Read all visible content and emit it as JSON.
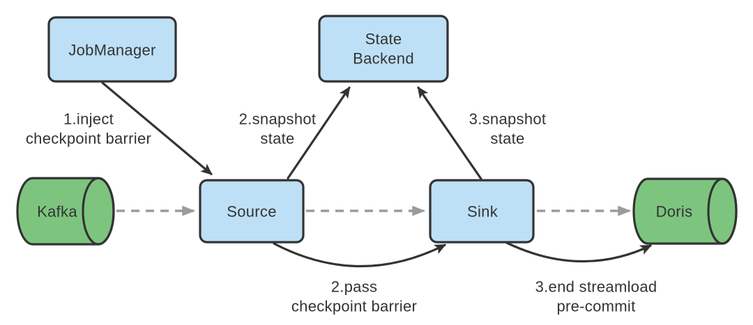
{
  "nodes": {
    "jobmanager": {
      "label": "JobManager"
    },
    "state_backend": {
      "label_line1": "State",
      "label_line2": "Backend"
    },
    "kafka": {
      "label": "Kafka"
    },
    "source": {
      "label": "Source"
    },
    "sink": {
      "label": "Sink"
    },
    "doris": {
      "label": "Doris"
    }
  },
  "edge_labels": {
    "inject_barrier": {
      "line1": "1.inject",
      "line2": "checkpoint barrier"
    },
    "snapshot_source": {
      "line1": "2.snapshot",
      "line2": "state"
    },
    "snapshot_sink": {
      "line1": "3.snapshot",
      "line2": "state"
    },
    "pass_barrier": {
      "line1": "2.pass",
      "line2": "checkpoint barrier"
    },
    "end_streamload": {
      "line1": "3.end streamload",
      "line2": "pre-commit"
    }
  },
  "colors": {
    "node_fill_blue": "#BDE0F6",
    "node_fill_green": "#7DC57F",
    "stroke_dark": "#333333",
    "arrow_gray": "#9B9B9B",
    "text": "#333333",
    "background": "#FFFFFF"
  }
}
